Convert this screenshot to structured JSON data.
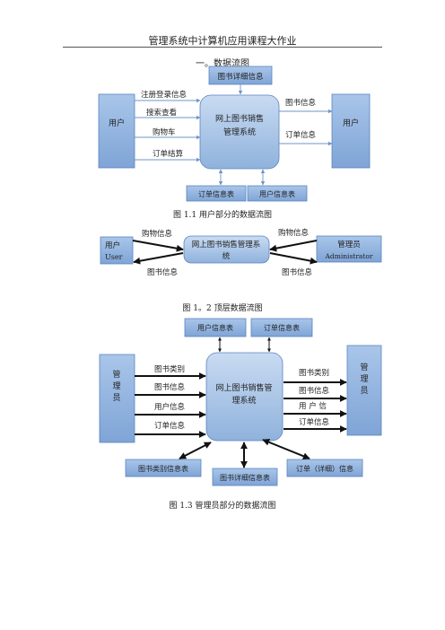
{
  "header": {
    "title": "管理系统中计算机应用课程大作业"
  },
  "section_title": "一。数据流图",
  "fig1": {
    "top_box": "图书详细信息",
    "left_box": "用户",
    "right_box": "用户",
    "center": [
      "网上图书销售",
      "管理系统"
    ],
    "in_labels": [
      "注册登录信息",
      "搜索查看",
      "购物车",
      "订单结算"
    ],
    "out_labels": [
      "图书信息",
      "订单信息"
    ],
    "bottom_left": "订单信息表",
    "bottom_right": "用户信息表",
    "caption": "图 1.1 用户部分的数据流图"
  },
  "fig2": {
    "left_box": [
      "用户",
      "User"
    ],
    "right_box": [
      "管理员",
      "Administrator"
    ],
    "center": [
      "网上图书销售管理系",
      "统"
    ],
    "top_left": "购物信息",
    "top_right": "购物信息",
    "bottom_left": "图书信息",
    "bottom_right": "图书信息",
    "caption": "图 1。2 顶层数据流图"
  },
  "fig3": {
    "top_left": "用户信息表",
    "top_right": "订单信息表",
    "left_box": [
      "管",
      "理",
      "员"
    ],
    "right_box": [
      "管",
      "理",
      "员"
    ],
    "center": [
      "网上图书销售管",
      "理系统"
    ],
    "in_labels": [
      "图书类别",
      "图书信息",
      "用户信息",
      "订单信息"
    ],
    "out_labels": [
      "图书类别",
      "图书信息",
      "用 户 信",
      "订单信息"
    ],
    "bottom_left": "图书类别信息表",
    "bottom_mid": "图书详细信息表",
    "bottom_right": "订单（详细）信息",
    "caption": "图 1.3 管理员部分的数据流图"
  },
  "colors": {
    "box_fill": "#8fb2dc",
    "box_stroke": "#5b84bf",
    "arrow": "#6f95c7",
    "dark": "#111111"
  }
}
